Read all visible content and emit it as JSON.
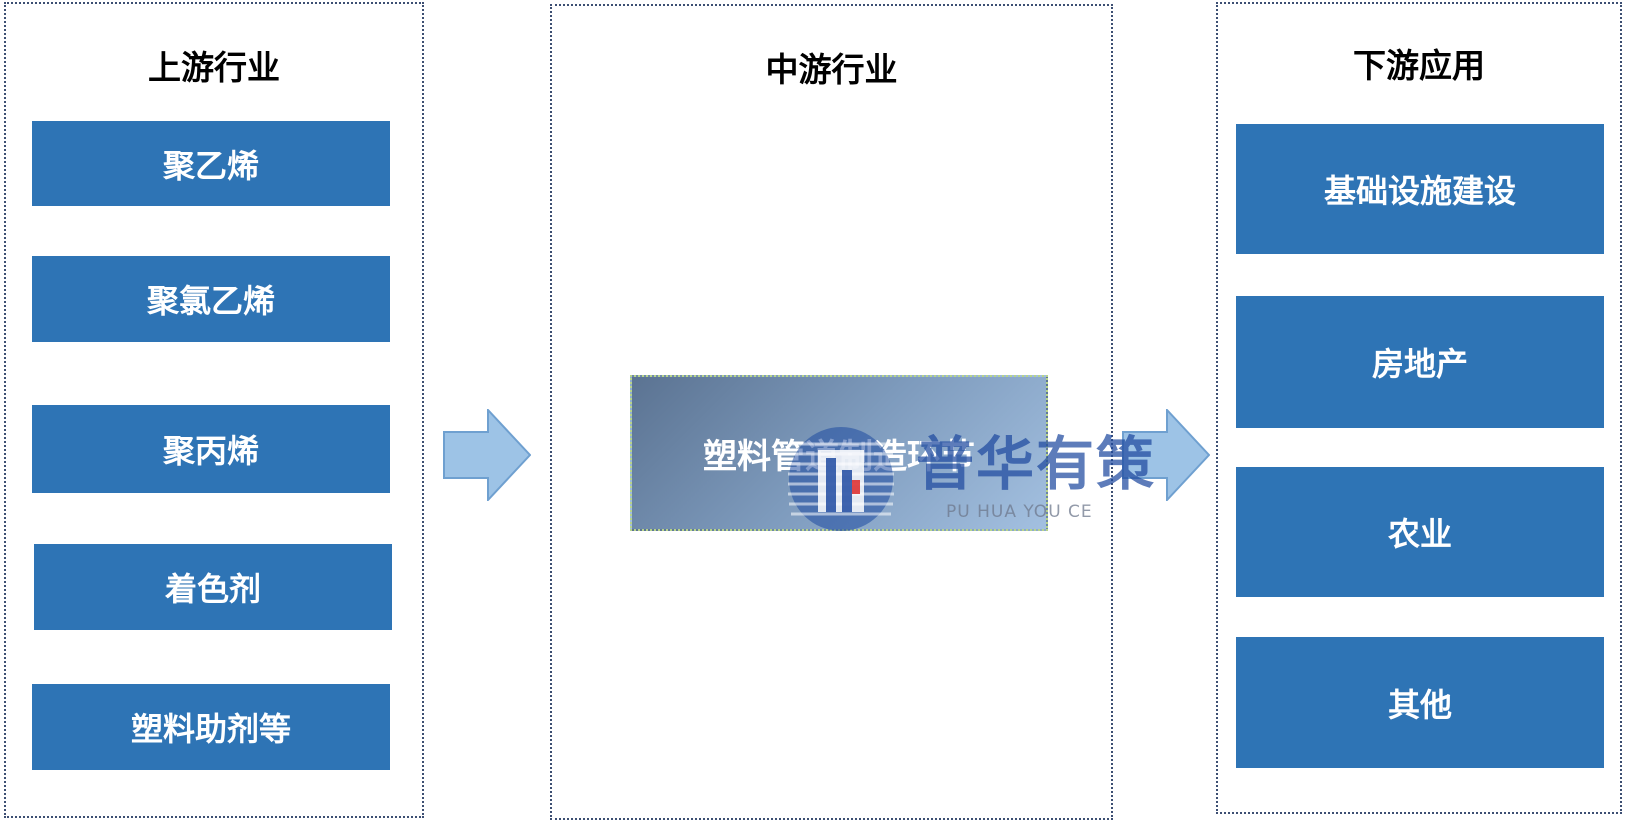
{
  "upstream": {
    "title": "上游行业",
    "items": [
      {
        "label": "聚乙烯"
      },
      {
        "label": "聚氯乙烯"
      },
      {
        "label": "聚丙烯"
      },
      {
        "label": "着色剂"
      },
      {
        "label": "塑料助剂等"
      }
    ]
  },
  "midstream": {
    "title": "中游行业",
    "center_label": "塑料管道制造环节"
  },
  "downstream": {
    "title": "下游应用",
    "items": [
      {
        "label": "基础设施建设"
      },
      {
        "label": "房地产"
      },
      {
        "label": "农业"
      },
      {
        "label": "其他"
      }
    ]
  },
  "watermark": {
    "cn": "普华有策",
    "en": "PU HUA YOU CE"
  },
  "colors": {
    "box_fill": "#2e74b5",
    "arrow_fill": "#9dc3e6",
    "arrow_stroke": "#6fa0d0",
    "panel_border": "#3d4f73"
  }
}
